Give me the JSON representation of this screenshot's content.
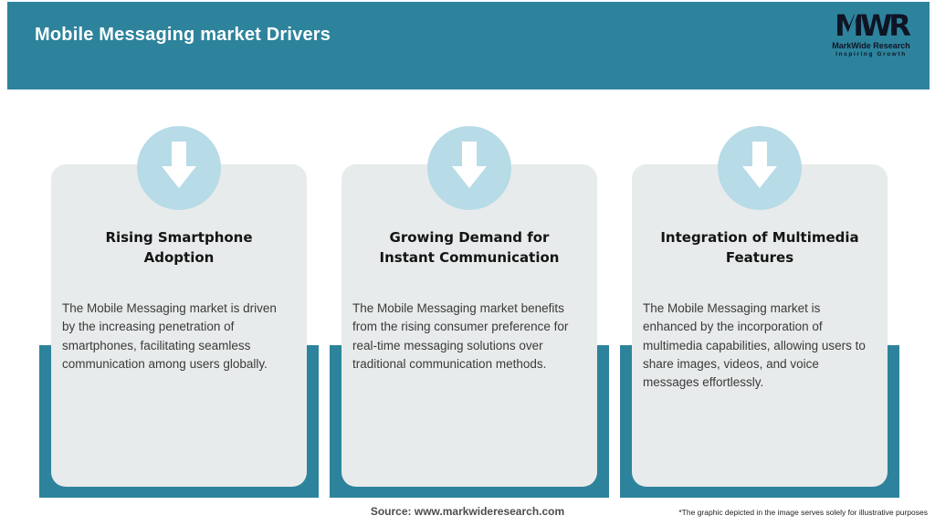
{
  "header": {
    "title": "Mobile Messaging market Drivers",
    "logo": {
      "monogram": "MWR",
      "name": "MarkWide Research",
      "tagline": "Inspiring Growth"
    }
  },
  "cards": [
    {
      "title": "Rising Smartphone Adoption",
      "body": "The Mobile Messaging market is driven by the increasing penetration of smartphones, facilitating seamless communication among users globally."
    },
    {
      "title": "Growing Demand for Instant Communication",
      "body": "The Mobile Messaging market benefits from the rising consumer preference for real-time messaging solutions over traditional communication methods."
    },
    {
      "title": "Integration of Multimedia Features",
      "body": "The Mobile Messaging market is enhanced by the incorporation of multimedia capabilities, allowing users to share images, videos, and voice messages effortlessly."
    }
  ],
  "footer": {
    "source": "Source: www.markwideresearch.com",
    "disclaimer": "*The graphic depicted in the image serves solely for illustrative purposes"
  },
  "colors": {
    "header_background": "#2e839c",
    "backing_bar": "#2e839c",
    "card_background": "#e8ebeb",
    "icon_circle": "#b7dbe7",
    "arrow": "#ffffff",
    "title_text": "#ffffff",
    "heading_text": "#141414",
    "body_text": "#3a3a3a"
  },
  "icons": {
    "down_arrow": "down-arrow-icon"
  }
}
